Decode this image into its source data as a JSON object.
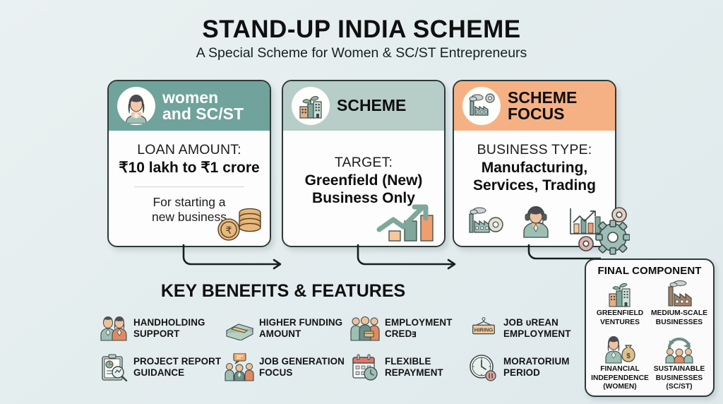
{
  "header": {
    "title": "STAND-UP INDIA SCHEME",
    "subtitle": "A Special Scheme for Women & SC/ST Entrepreneurs"
  },
  "colors": {
    "background": "#e7eff0",
    "card1_header": "#6fa39b",
    "card2_header": "#b7cdc7",
    "card3_header": "#f5b184",
    "card_border": "#2c3a38",
    "card_body": "#fdfdfd"
  },
  "cards": [
    {
      "id": "women-and-sc-st",
      "icon": "woman-avatar-icon",
      "head_label": "women\nand SC/ST",
      "head_line1": "women",
      "head_line2": "and SC/ST",
      "label": "LOAN AMOUNT:",
      "value": "₹10 lakh to ₹1 crore",
      "note": "For starting a\nnew business",
      "note_line1": "For starting a",
      "note_line2": "new business",
      "art": "stacked-rupee-coins-icon"
    },
    {
      "id": "scheme",
      "icon": "plant-buildings-icon",
      "head_label": "SCHEME",
      "label": "TARGET:",
      "value": "Greenfield (New)\nBusiness Only",
      "value_line1": "Greenfield (New)",
      "value_line2": "Business Only",
      "art": "growth-arrow-bar-chart-icon"
    },
    {
      "id": "scheme-focus",
      "icon": "factory-gear-icon",
      "head_line1": "SCHEME",
      "head_line2": "FOCUS",
      "label": "BUSINESS TYPE:",
      "value_line1": "Manufacturing,",
      "value_line2": "Services, Trading",
      "icons": [
        "factory-gear-icon",
        "support-agent-icon",
        "bar-chart-arrow-icon"
      ],
      "art": "gears-icon"
    }
  ],
  "benefits": {
    "title": "KEY BENEFITS & FEATURES",
    "items": [
      {
        "icon": "two-people-icon",
        "line1": "HANDHOLDING",
        "line2": "SUPPORT"
      },
      {
        "icon": "cash-bundle-icon",
        "line1": "HIGHER FUNDING",
        "line2": "AMOUNT"
      },
      {
        "icon": "group-people-icon",
        "line1": "EMPLOYMENT",
        "line2": "CREDⱻ"
      },
      {
        "icon": "hiring-sign-icon",
        "line1": "JOB ᴜREAN",
        "line2": "EMPLOYMENT"
      },
      {
        "icon": "clipboard-report-icon",
        "line1": "PROJECT REPORT",
        "line2": "GUIDANCE"
      },
      {
        "icon": "people-chat-icon",
        "line1": "JOB GENERATION",
        "line2": "FOCUS"
      },
      {
        "icon": "calendar-clock-icon",
        "line1": "FLEXIBLE",
        "line2": "REPAYMENT"
      },
      {
        "icon": "clock-pause-icon",
        "line1": "MORATORIUM",
        "line2": "PERIOD"
      }
    ]
  },
  "final_component": {
    "title": "FINAL COMPONENT",
    "items": [
      {
        "icon": "plant-buildings-icon",
        "line1": "GREENFIELD",
        "line2": "VENTURES",
        "line3": ""
      },
      {
        "icon": "factory-icon",
        "line1": "MEDIUM-SCALE",
        "line2": "BUSINESSES",
        "line3": ""
      },
      {
        "icon": "woman-moneybag-icon",
        "line1": "FINANCIAL",
        "line2": "INDEPENDENCE",
        "line3": "(WOMEN)"
      },
      {
        "icon": "sustainable-group-icon",
        "line1": "SUSTAINABLE",
        "line2": "BUSINESSES",
        "line3": "(SC/ST)"
      }
    ]
  }
}
